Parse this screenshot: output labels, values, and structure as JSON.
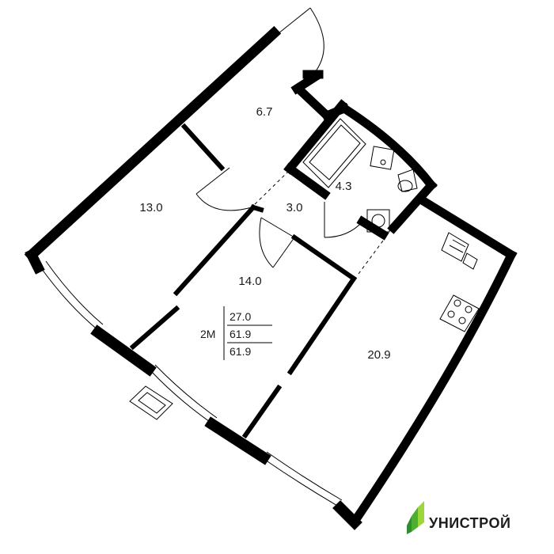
{
  "rooms": {
    "hall_area": "6.7",
    "bedroom_left_area": "13.0",
    "corridor_area": "3.0",
    "bathroom_area": "4.3",
    "bedroom_mid_area": "14.0",
    "kitchen_living_area": "20.9"
  },
  "summary": {
    "type": "2М",
    "living_area": "27.0",
    "total_area": "61.9",
    "total_area_2": "61.9"
  },
  "brand": {
    "name": "УНИСТРОЙ",
    "color_dark_green": "#2f8f2f",
    "color_light_green": "#9bd63a"
  }
}
